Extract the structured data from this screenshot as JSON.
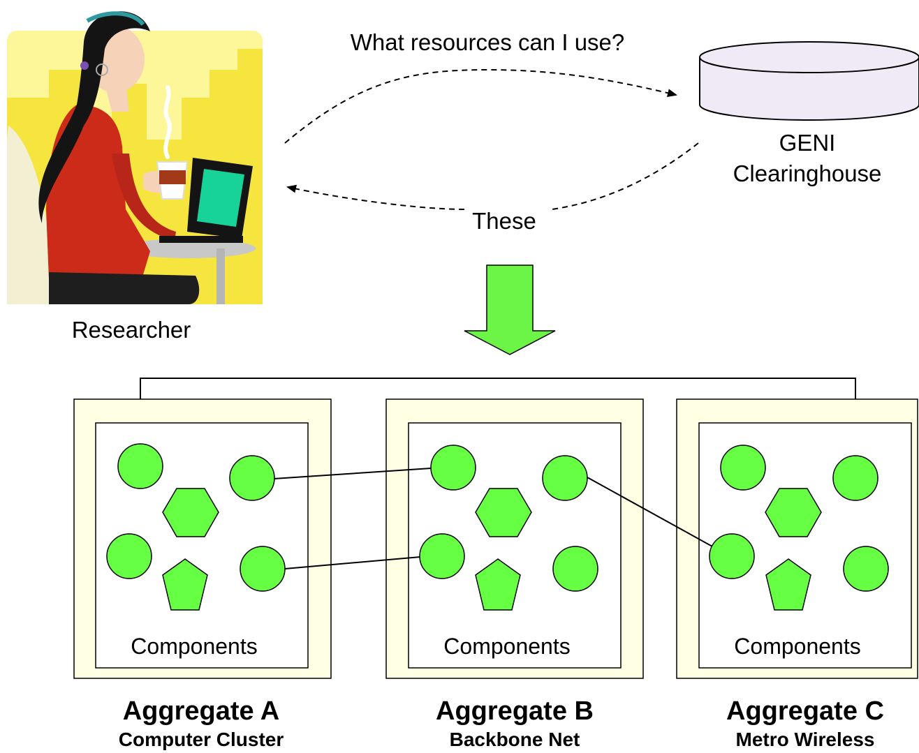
{
  "question": "What resources can I use?",
  "answer": "These",
  "researcher_label": "Researcher",
  "clearinghouse": {
    "line1": "GENI",
    "line2": "Clearinghouse"
  },
  "aggregates": [
    {
      "title": "Aggregate A",
      "subtitle": "Computer Cluster",
      "components_label": "Components"
    },
    {
      "title": "Aggregate B",
      "subtitle": "Backbone Net",
      "components_label": "Components"
    },
    {
      "title": "Aggregate C",
      "subtitle": "Metro Wireless",
      "components_label": "Components"
    }
  ],
  "colors": {
    "node_fill": "#66ff44",
    "aggregate_fill": "#ffffe3",
    "database_fill": "#f0eaf6",
    "arrow_fill": "#6cf447",
    "researcher_bg": "#fdf79a"
  }
}
